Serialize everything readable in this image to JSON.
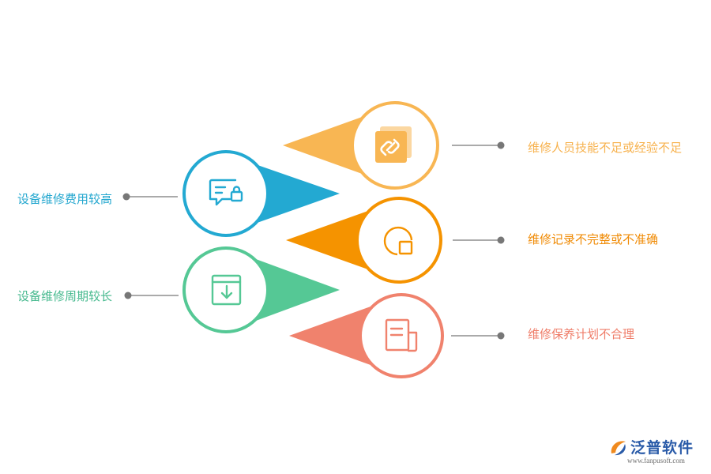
{
  "items": [
    {
      "label": "维修人员技能不足或经验不足",
      "color": "#f8b653",
      "icon": "link-icon"
    },
    {
      "label": "设备维修费用较高",
      "color": "#23a9d2",
      "icon": "message-lock-icon"
    },
    {
      "label": "维修记录不完整或不准确",
      "color": "#f59300",
      "icon": "chart-record-icon"
    },
    {
      "label": "设备维修周期较长",
      "color": "#55c895",
      "icon": "download-box-icon"
    },
    {
      "label": "维修保养计划不合理",
      "color": "#f0826d",
      "icon": "document-icon"
    }
  ],
  "brand": {
    "name": "泛普软件",
    "url": "www.fanpusoft.com"
  }
}
